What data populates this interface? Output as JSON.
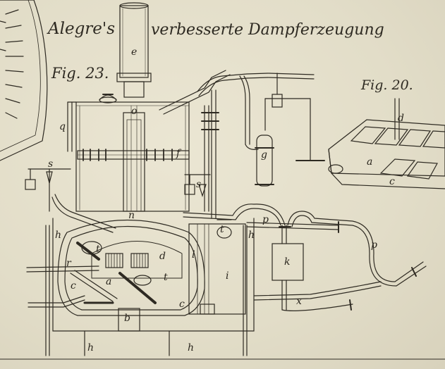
{
  "plate": {
    "title_name": "Alegre's",
    "title_rest": "verbesserte Dampferzeugung",
    "fig_main": "Fig. 23.",
    "fig_side": "Fig. 20."
  },
  "labels": {
    "e": "e",
    "o": "o",
    "q": "q",
    "s": "s",
    "s2": "s",
    "f": "f",
    "g": "g",
    "n": "n",
    "r": "r",
    "h1": "h",
    "h2": "h",
    "h3": "h",
    "h4": "h",
    "t1": "t",
    "t2": "t",
    "t3": "t",
    "c1": "c",
    "c2": "c",
    "d": "d",
    "a": "a",
    "b": "b",
    "l": "l",
    "i": "i",
    "k": "k",
    "p1": "p",
    "p2": "p",
    "x": "x",
    "a2": "a",
    "d2": "d",
    "c3": "c"
  },
  "colors": {
    "paper": "#e4dfcc",
    "ink": "#2e2a22"
  }
}
